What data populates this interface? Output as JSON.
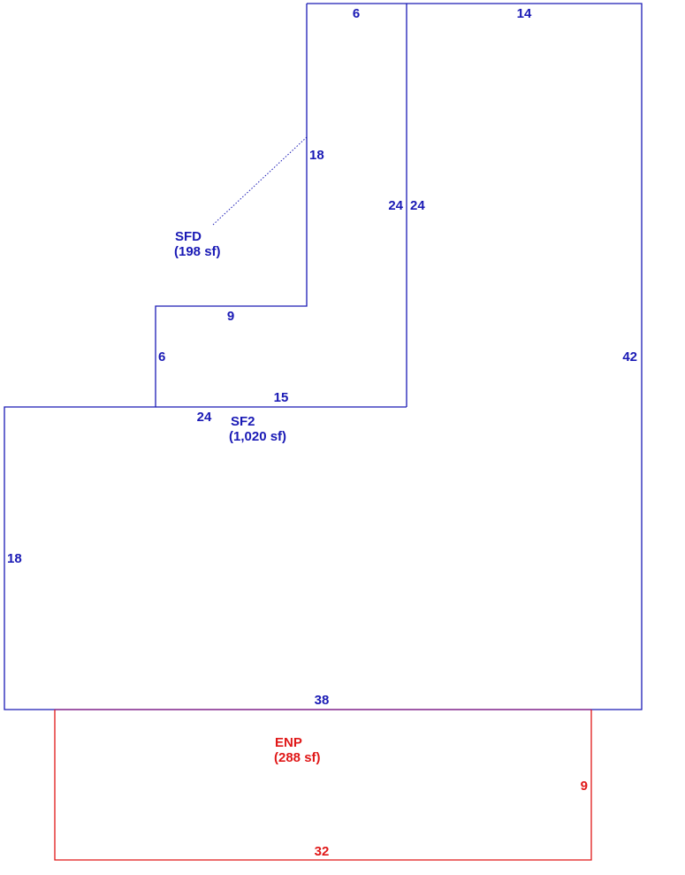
{
  "colors": {
    "main": "#1a1ab5",
    "porch": "#e01818"
  },
  "areas": {
    "sfd": {
      "code": "SFD",
      "area": "(198 sf)"
    },
    "sf2": {
      "code": "SF2",
      "area": "(1,020 sf)"
    },
    "enp": {
      "code": "ENP",
      "area": "(288 sf)"
    }
  },
  "dimensions": {
    "top_left": "6",
    "top_right": "14",
    "sfd_right": "18",
    "inner_left": "24",
    "inner_right": "24",
    "step_top": "9",
    "step_left": "6",
    "right_side": "42",
    "mid_horizontal": "15",
    "mid_left": "24",
    "left_side": "18",
    "bottom": "38",
    "porch_right": "9",
    "porch_bottom": "32"
  }
}
